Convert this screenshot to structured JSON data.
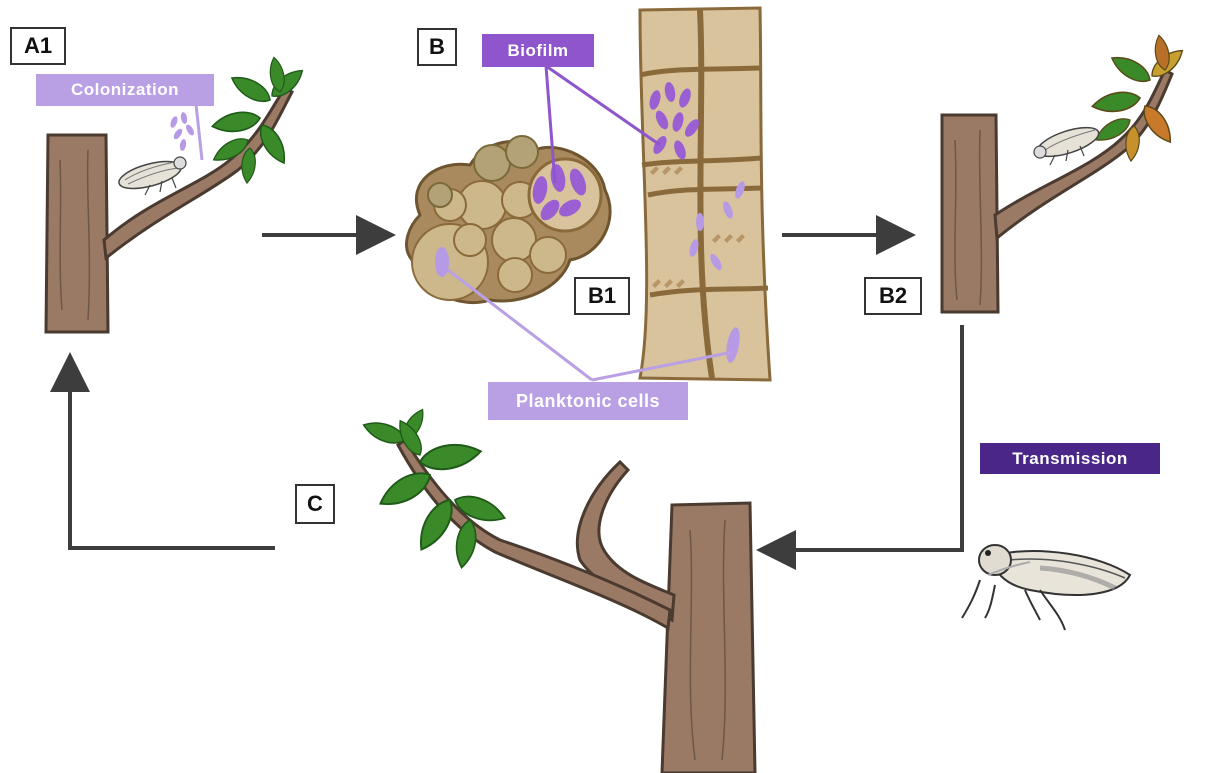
{
  "labels": {
    "a1": "A1",
    "b": "B",
    "b1": "B1",
    "b2": "B2",
    "c": "C"
  },
  "tags": {
    "colonization": "Colonization",
    "biofilm": "Biofilm",
    "planktonic": "Planktonic  cells",
    "transmission": "Transmission"
  },
  "colors": {
    "bark": "#9a7a65",
    "bark_outline": "#4a3a30",
    "leaf": "#3a8a2a",
    "leaf_dark": "#1f5a18",
    "tissue": "#d9c39c",
    "tissue_wall": "#8a6a3a",
    "biofilm_cell": "#9b5fd4",
    "planktonic_cell": "#b79ae6",
    "tag_light": "#b9a0e4",
    "tag_mid": "#8e55cc",
    "tag_dark": "#4a2688",
    "arrow": "#3d3d3d"
  }
}
